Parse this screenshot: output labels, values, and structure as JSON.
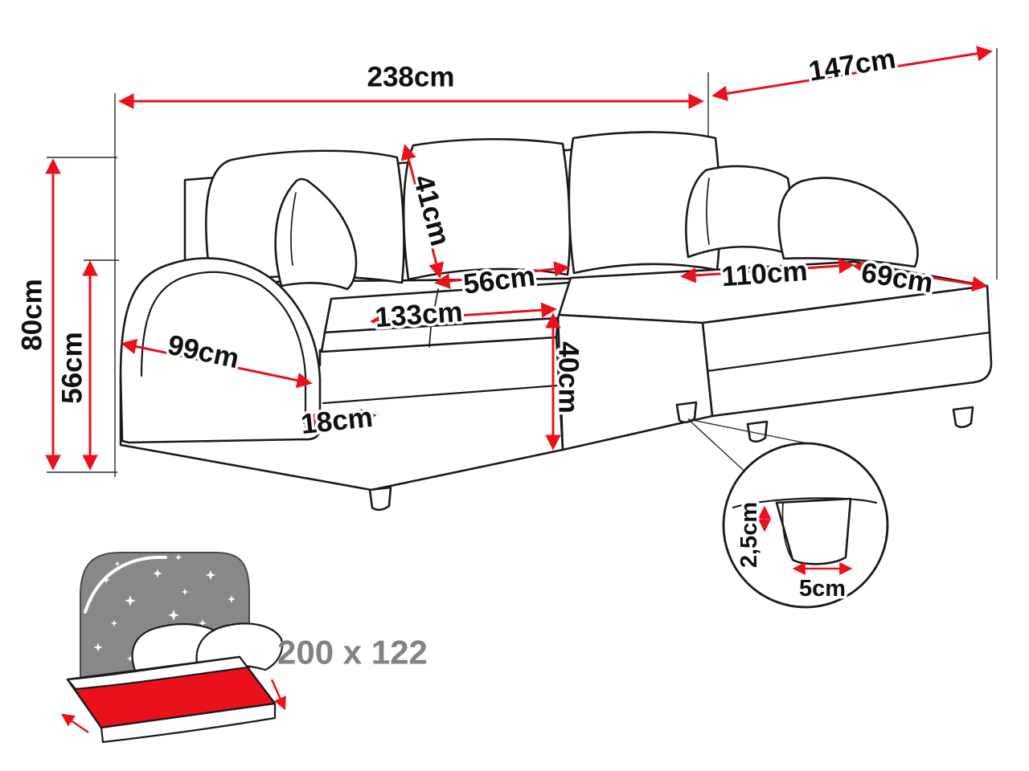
{
  "diagram_title": "corner-sofa-bed-dimensions",
  "labels": {
    "total_width": "238cm",
    "total_depth": "147cm",
    "total_height": "80cm",
    "backrest_height": "56cm",
    "back_cushion_height": "41cm",
    "seat_depth": "56cm",
    "seat_front_width": "133cm",
    "armrest_length": "99cm",
    "armrest_width": "18cm",
    "seat_height": "40cm",
    "chaise_length": "110cm",
    "chaise_end_width": "69cm",
    "leg_height": "2,5cm",
    "leg_width": "5cm",
    "sleeping_area": "200 x 122"
  },
  "icons": {
    "sparkle": "4-point-star",
    "bed": "fold-out-bed-pictogram",
    "leg_detail": "magnified-leg-circle"
  },
  "colors": {
    "dimension_red": "#e8111c",
    "outline_black": "#1a1a1a",
    "headboard_gray": "#87888a",
    "label_gray": "#808285",
    "background": "#ffffff"
  }
}
